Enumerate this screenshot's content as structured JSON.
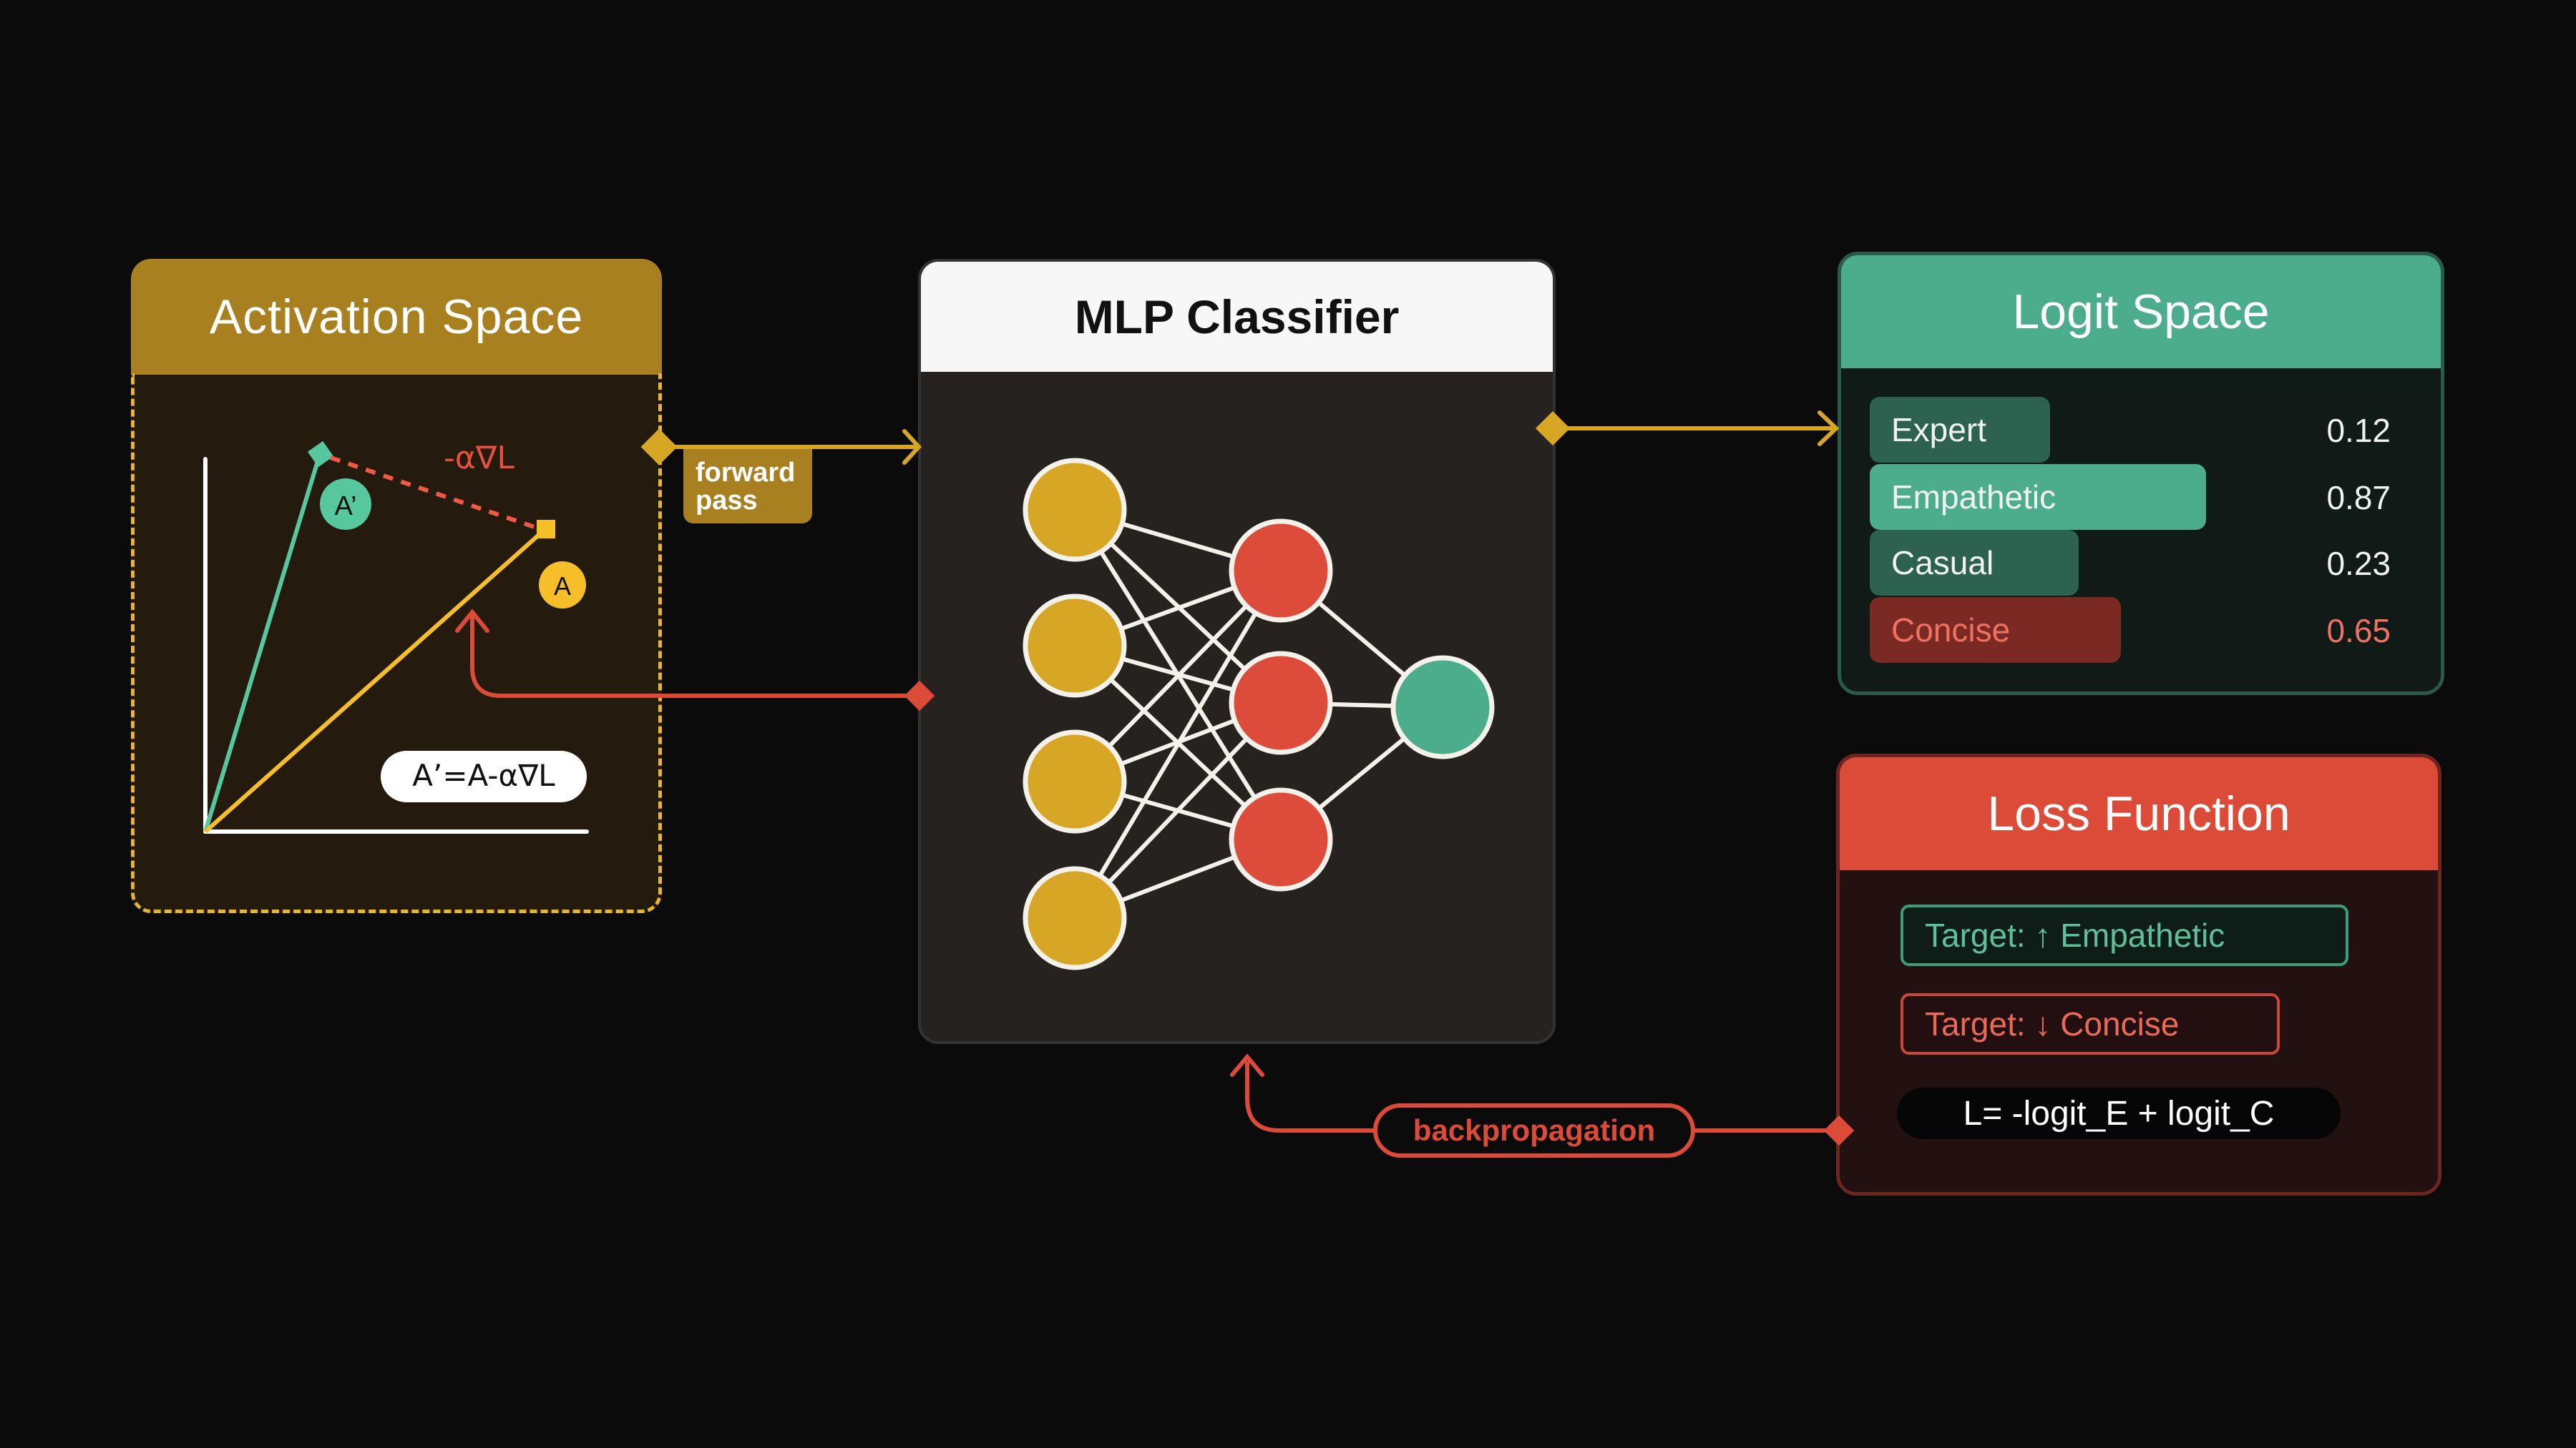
{
  "activation_space": {
    "title": "Activation Space",
    "vector_a_label": "A",
    "vector_a_prime_label": "A’",
    "gradient_label": "-α∇L",
    "update_formula": "A’=A-α∇L"
  },
  "forward_pass": {
    "label_line1": "forward",
    "label_line2": "pass"
  },
  "mlp": {
    "title": "MLP Classifier",
    "layers": [
      {
        "name": "input",
        "nodes": 4,
        "color": "#d6a624"
      },
      {
        "name": "hidden",
        "nodes": 3,
        "color": "#dd4b3a"
      },
      {
        "name": "output",
        "nodes": 1,
        "color": "#4bad8c"
      }
    ]
  },
  "logit_space": {
    "title": "Logit Space",
    "items": [
      {
        "label": "Expert",
        "value": "0.12",
        "fill": 0.12,
        "bar_color": "#2d6150",
        "text_color": "#f1f1f1"
      },
      {
        "label": "Empathetic",
        "value": "0.87",
        "fill": 0.87,
        "bar_color": "#4bad8c",
        "text_color": "#f1f1f1"
      },
      {
        "label": "Casual",
        "value": "0.23",
        "fill": 0.23,
        "bar_color": "#2d6150",
        "text_color": "#f1f1f1"
      },
      {
        "label": "Concise",
        "value": "0.65",
        "fill": 0.65,
        "bar_color": "#7a2a22",
        "text_color": "#f07062"
      }
    ]
  },
  "loss_function": {
    "title": "Loss Function",
    "target_up": "Target: ↑ Empathetic",
    "target_down": "Target: ↓ Concise",
    "formula": "L= -logit_E + logit_C"
  },
  "backpropagation": {
    "label": "backpropagation"
  },
  "colors": {
    "gold": "#d6a624",
    "gold_header": "#a8801f",
    "green": "#4bad8c",
    "red": "#dc4a38",
    "yellow_vector": "#f6bf2a",
    "teal_vector": "#56c79f"
  }
}
